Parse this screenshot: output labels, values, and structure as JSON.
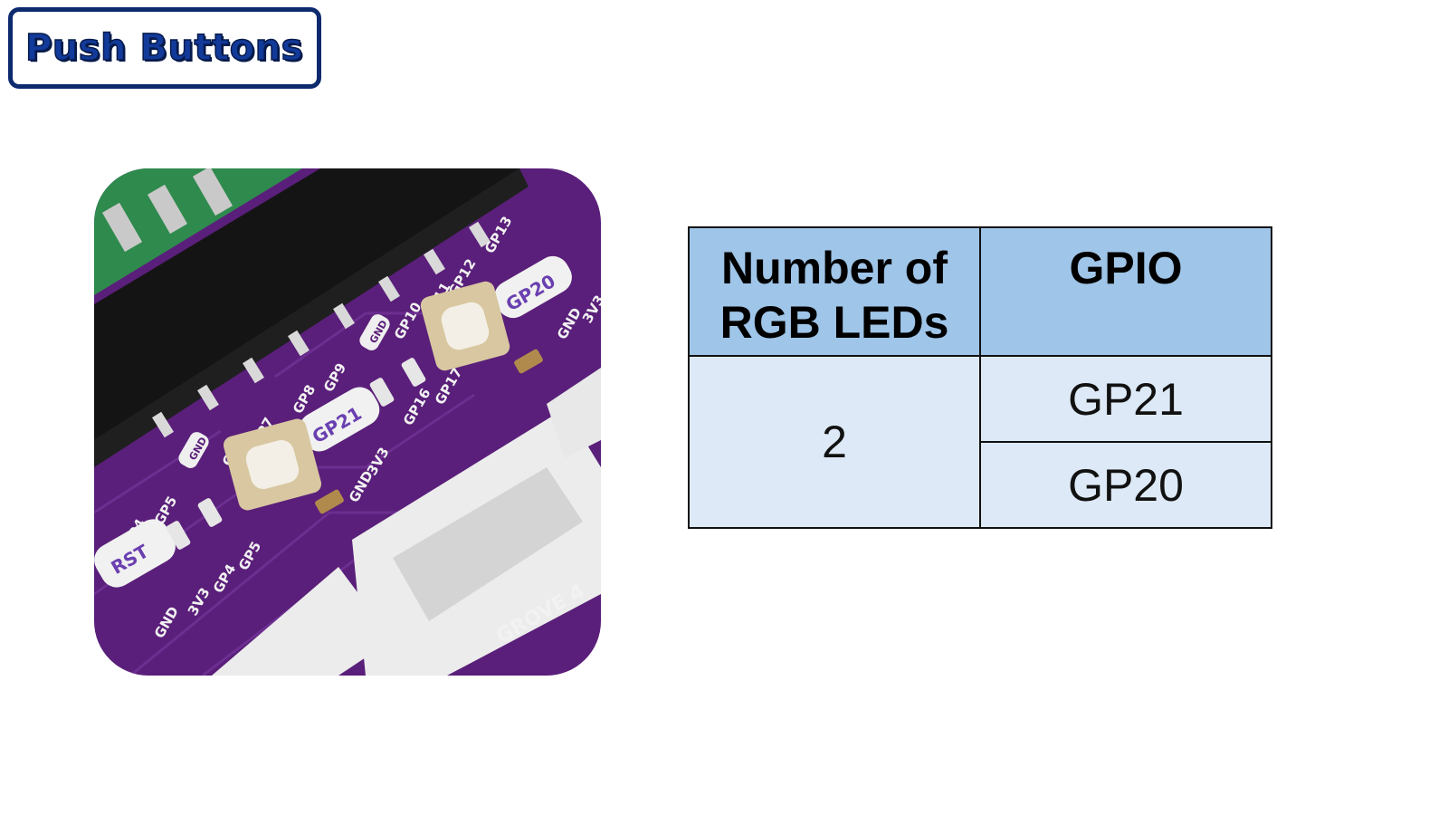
{
  "title": "Push Buttons",
  "photo": {
    "description_icon": "pcb-photo",
    "labels": [
      "GP20",
      "GP21",
      "RST",
      "GND",
      "GND",
      "GND",
      "GND",
      "3V3",
      "3V3",
      "3V3",
      "GP4",
      "GP5",
      "GP6",
      "GP7",
      "GP8",
      "GP9",
      "GP10",
      "GP11",
      "GP12",
      "GP13",
      "GP16",
      "GP17",
      "GP4",
      "GP5",
      "GROVE 4"
    ]
  },
  "table": {
    "headers": [
      "Number of RGB LEDs",
      "GPIO"
    ],
    "count": "2",
    "gpios": [
      "GP21",
      "GP20"
    ]
  },
  "colors": {
    "pcb": "#5a1f7a",
    "header_fill": "#9fc5e8",
    "cell_fill": "#dde9f6",
    "title_border": "#0d2a6e"
  }
}
